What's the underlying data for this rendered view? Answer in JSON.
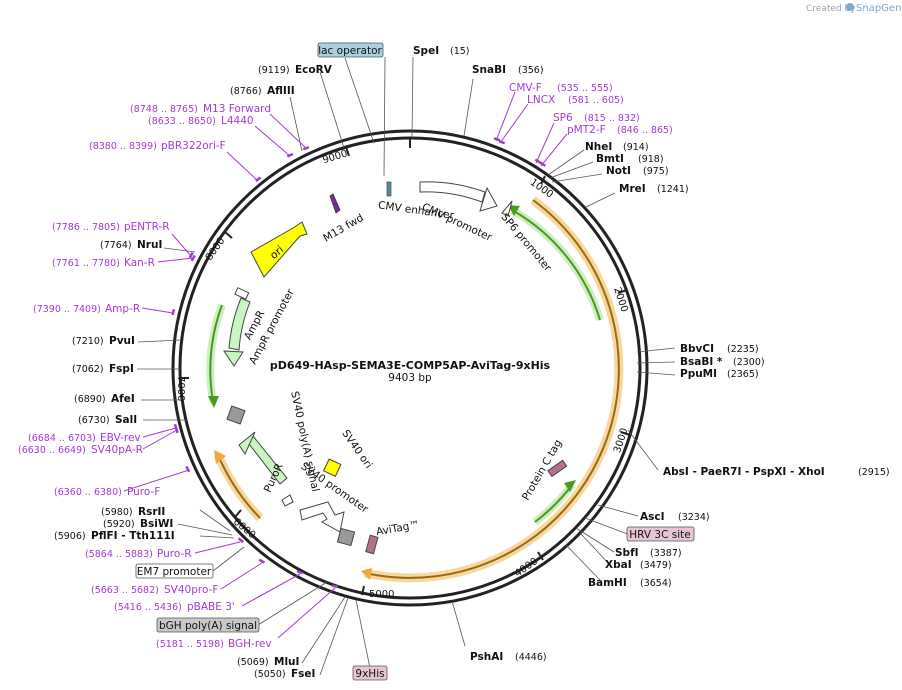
{
  "credit": {
    "created_by": "Created by",
    "brand": "SnapGene"
  },
  "plasmid": {
    "name": "pD649-HAsp-SEMA3E-COMP5AP-AviTag-9xHis",
    "length_label": "9403 bp"
  },
  "ticks": [
    "1000",
    "2000",
    "3000",
    "4000",
    "5000",
    "6000",
    "7000",
    "8000",
    "9000"
  ],
  "boxed_labels": [
    {
      "text": "lac operator",
      "fill": "#a9cfe0"
    },
    {
      "text": "HRV 3C site",
      "fill": "#e8c4d4"
    },
    {
      "text": "EM7 promoter",
      "fill": "#ffffff"
    },
    {
      "text": "bGH poly(A) signal",
      "fill": "#c8c8c8"
    },
    {
      "text": "9xHis",
      "fill": "#e8c4d4"
    }
  ],
  "right_sites": [
    {
      "name": "SpeI",
      "pos": "(15)"
    },
    {
      "name": "SnaBI",
      "pos": "(356)"
    },
    {
      "name": "NheI",
      "pos": "(914)"
    },
    {
      "name": "BmtI",
      "pos": "(918)"
    },
    {
      "name": "NotI",
      "pos": "(975)"
    },
    {
      "name": "MreI",
      "pos": "(1241)"
    },
    {
      "name": "BbvCI",
      "pos": "(2235)"
    },
    {
      "name": "BsaBI *",
      "pos": "(2300)"
    },
    {
      "name": "PpuMI",
      "pos": "(2365)"
    },
    {
      "name": "AbsI - PaeR7I - PspXI - XhoI",
      "pos": "(2915)"
    },
    {
      "name": "AscI",
      "pos": "(3234)"
    },
    {
      "name": "SbfI",
      "pos": "(3387)"
    },
    {
      "name": "XbaI",
      "pos": "(3479)"
    },
    {
      "name": "BamHI",
      "pos": "(3654)"
    },
    {
      "name": "PshAI",
      "pos": "(4446)"
    }
  ],
  "left_sites": [
    {
      "name": "EcoRV",
      "pos": "(9119)"
    },
    {
      "name": "AflIII",
      "pos": "(8766)"
    },
    {
      "name": "NruI",
      "pos": "(7764)"
    },
    {
      "name": "PvuI",
      "pos": "(7210)"
    },
    {
      "name": "FspI",
      "pos": "(7062)"
    },
    {
      "name": "AfeI",
      "pos": "(6890)"
    },
    {
      "name": "SalI",
      "pos": "(6730)"
    },
    {
      "name": "RsrII",
      "pos": "(5980)"
    },
    {
      "name": "BsiWI",
      "pos": "(5920)"
    },
    {
      "name": "PflFI - Tth111I",
      "pos": "(5906)"
    },
    {
      "name": "MluI",
      "pos": "(5069)"
    },
    {
      "name": "FseI",
      "pos": "(5050)"
    }
  ],
  "primers_right": [
    {
      "name": "CMV-F",
      "pos": "(535 .. 555)"
    },
    {
      "name": "LNCX",
      "pos": "(581 .. 605)"
    },
    {
      "name": "SP6",
      "pos": "(815 .. 832)"
    },
    {
      "name": "pMT2-F",
      "pos": "(846 .. 865)"
    }
  ],
  "primers_left": [
    {
      "name": "M13 Forward",
      "pos": "(8748 .. 8765)"
    },
    {
      "name": "L4440",
      "pos": "(8633 .. 8650)"
    },
    {
      "name": "pBR322ori-F",
      "pos": "(8380 .. 8399)"
    },
    {
      "name": "pENTR-R",
      "pos": "(7786 .. 7805)"
    },
    {
      "name": "Kan-R",
      "pos": "(7761 .. 7780)"
    },
    {
      "name": "Amp-R",
      "pos": "(7390 .. 7409)"
    },
    {
      "name": "EBV-rev",
      "pos": "(6684 .. 6703)"
    },
    {
      "name": "SV40pA-R",
      "pos": "(6630 .. 6649)"
    },
    {
      "name": "Puro-F",
      "pos": "(6360 .. 6380)"
    },
    {
      "name": "Puro-R",
      "pos": "(5864 .. 5883)"
    },
    {
      "name": "SV40pro-F",
      "pos": "(5663 .. 5682)"
    },
    {
      "name": "pBABE 3'",
      "pos": "(5416 .. 5436)"
    },
    {
      "name": "BGH-rev",
      "pos": "(5181 .. 5198)"
    }
  ],
  "features": {
    "m13": "M13 fwd",
    "cmv_enh": "CMV enhancer",
    "cmv_pro": "CMV promoter",
    "sp6": "SP6 promoter",
    "ori": "ori",
    "ampr_pro": "AmpR promoter",
    "ampr": "AmpR",
    "sv40pa": "SV40 poly(A) signal",
    "sv40ori": "SV40 ori",
    "puror": "PuroR",
    "sv40pro": "SV40 promoter",
    "avitag": "AviTag™",
    "proteinc": "Protein C tag"
  },
  "colors": {
    "primer": "#a23bd6",
    "ori": "#ffff00",
    "cds": "#c8f5c0",
    "orf": "#f2a640",
    "backbone": "#222222"
  }
}
